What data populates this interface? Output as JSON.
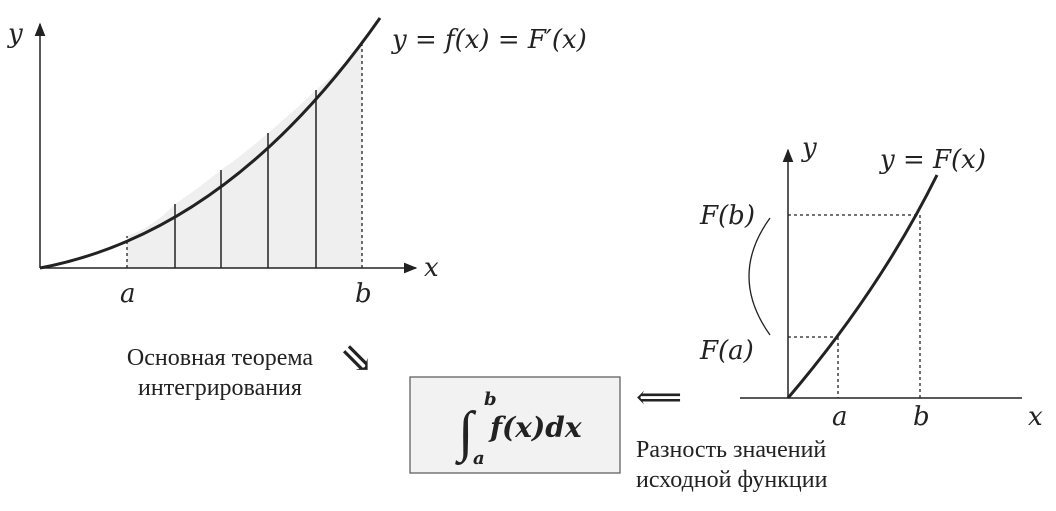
{
  "left_graph": {
    "y_axis_label": "y",
    "x_axis_label": "x",
    "curve_label": "y = f(x) = F′(x)",
    "tick_a": "a",
    "tick_b": "b"
  },
  "right_graph": {
    "y_axis_label": "y",
    "x_axis_label": "x",
    "curve_label": "y = F(x)",
    "tick_a": "a",
    "tick_b": "b",
    "value_a": "F(a)",
    "value_b": "F(b)"
  },
  "captions": {
    "theorem_line1": "Основная теорема",
    "theorem_line2": "интегрирования",
    "difference_line1": "Разность значений",
    "difference_line2": "исходной функции"
  },
  "integral": {
    "lower": "a",
    "upper": "b",
    "integrand": "f(x)dx"
  },
  "arrows": {
    "down_arrow": "⇘",
    "left_arrow": "⟸"
  },
  "colors": {
    "ink": "#222222",
    "shade": "#f0f0f0",
    "box_border": "#555555"
  }
}
